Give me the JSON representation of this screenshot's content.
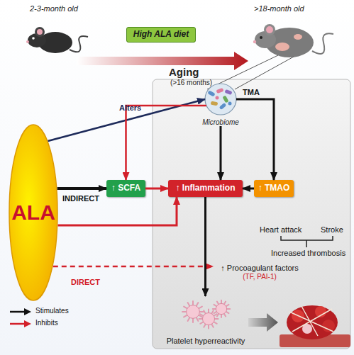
{
  "diagram": {
    "nodes": [
      {
        "text": [
          "High ALA diet"
        ]
      },
      {
        "text": [
          "ALA"
        ]
      },
      {
        "text": [
          "Microbiome"
        ]
      },
      {
        "text": [
          "↑ SCFA"
        ]
      },
      {
        "text": [
          "↑ Inflammation"
        ]
      },
      {
        "text": [
          "↑ TMAO"
        ]
      },
      {
        "text": [
          "↑ Procoagulant factors",
          "(TF, PAI-1)"
        ]
      },
      {
        "text": [
          "Platelet hyperreactivity"
        ]
      }
    ],
    "edges": [
      {
        "from": 1,
        "to": 2,
        "label": "Alters",
        "arrow": "to"
      },
      {
        "from": 1,
        "to": 3,
        "arrow": "to"
      },
      {
        "from": 2,
        "to": 3,
        "arrow": "to"
      },
      {
        "from": 2,
        "to": 4,
        "arrow": "to"
      },
      {
        "from": 2,
        "to": 5,
        "label": "TMA",
        "arrow": "to"
      },
      {
        "from": 3,
        "to": 4,
        "arrow": "to"
      },
      {
        "from": 5,
        "to": 4,
        "arrow": "to"
      },
      {
        "from": 1,
        "to": 4,
        "arrow": "to"
      },
      {
        "from": 1,
        "to": 6,
        "arrow": "to"
      },
      {
        "from": 4,
        "to": 7,
        "arrow": "to"
      }
    ],
    "labels": [
      "2-3-month old",
      ">18-month old",
      "Aging",
      "(>16 months)",
      "INDIRECT",
      "DIRECT",
      "Heart attack",
      "Stroke",
      "Increased thrombosis"
    ],
    "legend": [
      {
        "text": "Stimulates"
      },
      {
        "text": "Inhibits"
      }
    ]
  }
}
